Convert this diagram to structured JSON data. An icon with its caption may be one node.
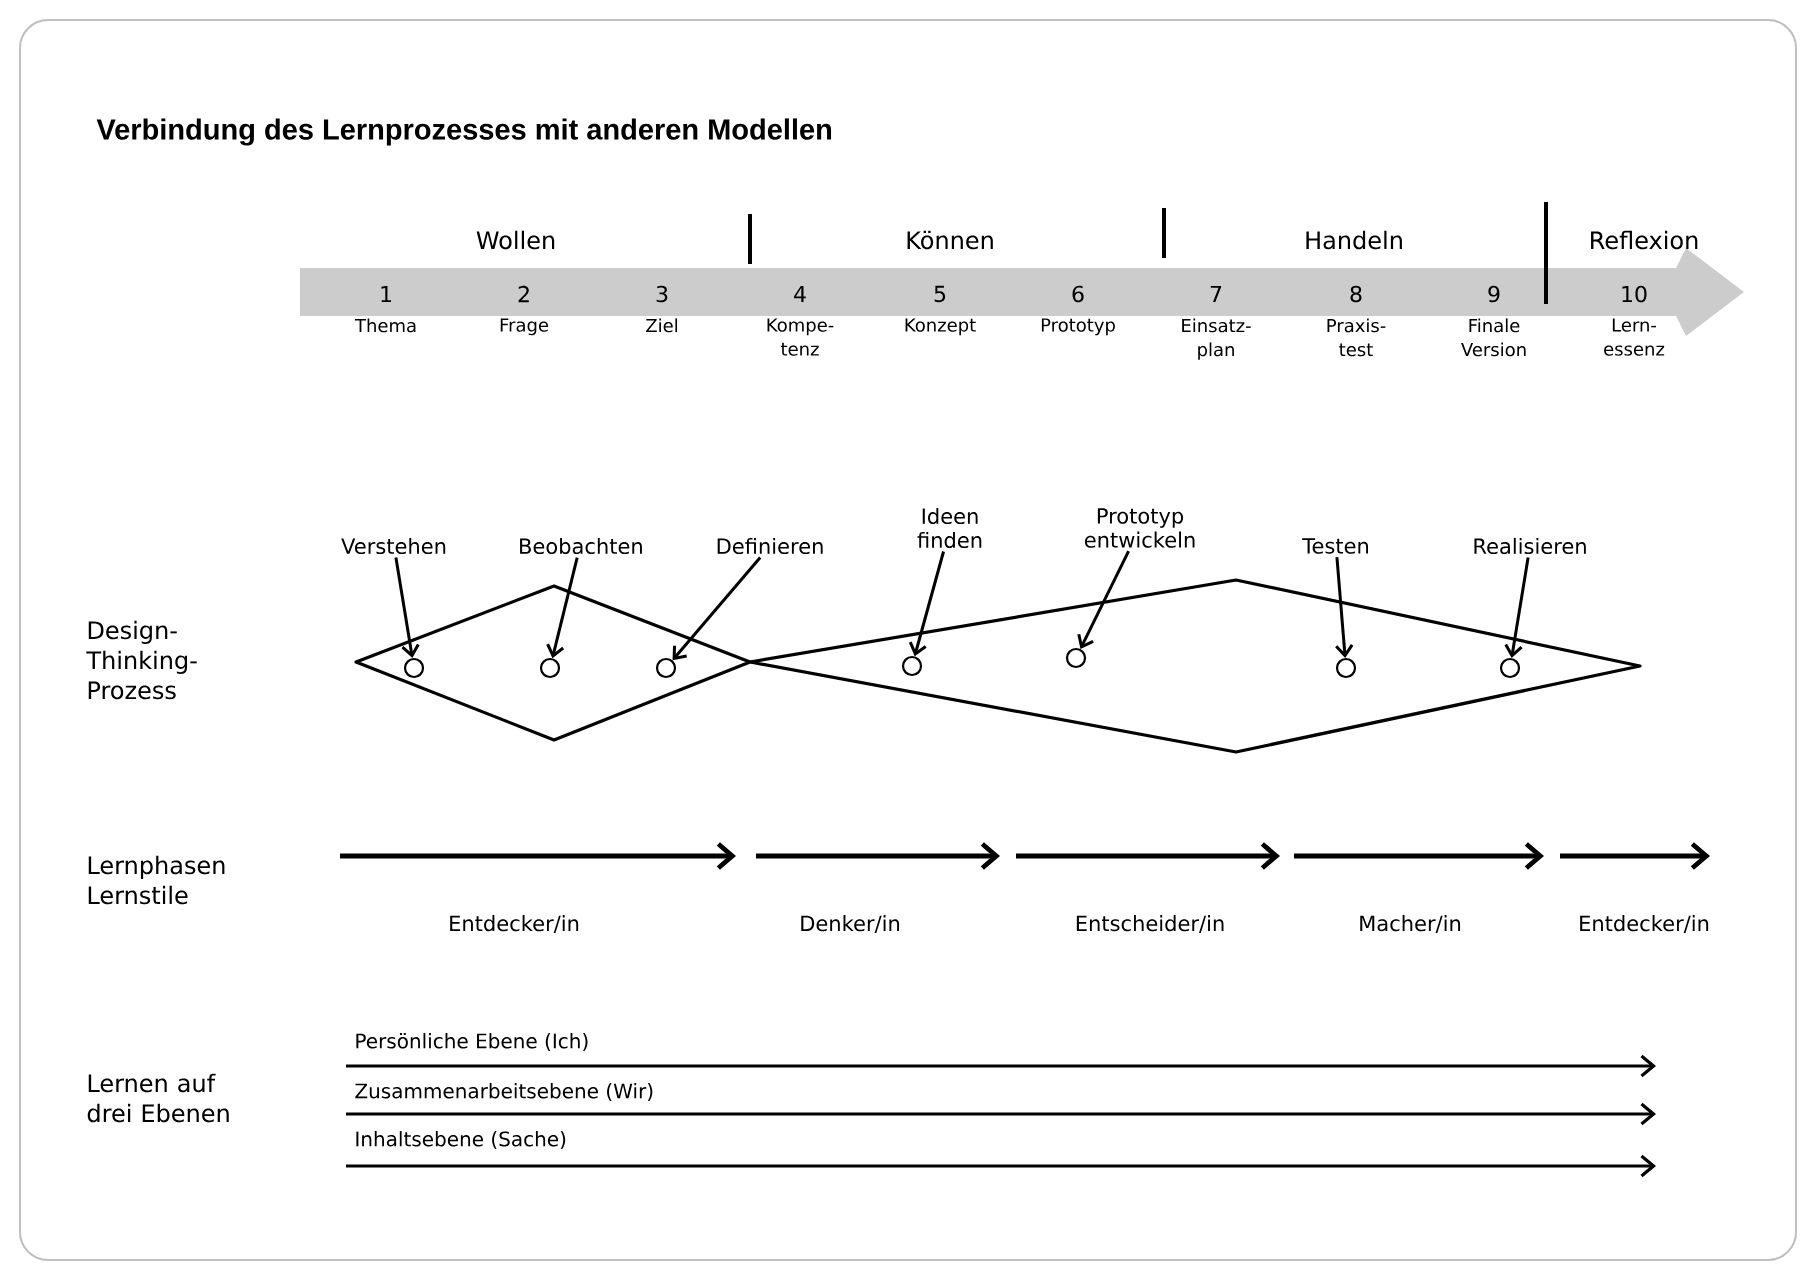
{
  "diagram": {
    "title": "Verbindung des Lernprozesses mit anderen Modellen",
    "nodes": [
      {
        "text": [
          "Verstehen"
        ]
      },
      {
        "text": [
          "Beobachten"
        ]
      },
      {
        "text": [
          "Definieren"
        ]
      },
      {
        "text": [
          "Ideen finden"
        ]
      },
      {
        "text": [
          "Prototyp entwickeln"
        ]
      },
      {
        "text": [
          "Testen"
        ]
      },
      {
        "text": [
          "Realisieren"
        ]
      },
      {
        "text": [],
        "shape": "circle"
      },
      {
        "text": [],
        "shape": "circle"
      },
      {
        "text": [],
        "shape": "circle"
      },
      {
        "text": [],
        "shape": "circle"
      },
      {
        "text": [],
        "shape": "circle"
      },
      {
        "text": [],
        "shape": "circle"
      },
      {
        "text": [],
        "shape": "circle"
      }
    ],
    "edges": [
      {
        "from": 0,
        "to": 7,
        "arrow": "to"
      },
      {
        "from": 1,
        "to": 8,
        "arrow": "to"
      },
      {
        "from": 2,
        "to": 9,
        "arrow": "to"
      },
      {
        "from": 3,
        "to": 10,
        "arrow": "to"
      },
      {
        "from": 4,
        "to": 11,
        "arrow": "to"
      },
      {
        "from": 5,
        "to": 12,
        "arrow": "to"
      },
      {
        "from": 6,
        "to": 13,
        "arrow": "to"
      }
    ],
    "labels": [
      "Wollen",
      "Können",
      "Handeln",
      "Reflexion",
      "1",
      "2",
      "3",
      "4",
      "5",
      "6",
      "7",
      "8",
      "9",
      "10",
      "Thema",
      "Frage",
      "Ziel",
      "Kompe- tenz",
      "Konzept",
      "Prototyp",
      "Einsatz- plan",
      "Praxis- test",
      "Finale Version",
      "Lern- essenz",
      "Design- Thinking- Prozess",
      "Lernphasen Lernstile",
      "Entdecker/in",
      "Denker/in",
      "Entscheider/in",
      "Macher/in",
      "Entdecker/in",
      "Lernen auf drei Ebenen",
      "Persönliche Ebene (Ich)",
      "Zusammenarbeitsebene (Wir)",
      "Inhaltsebene (Sache)"
    ]
  }
}
